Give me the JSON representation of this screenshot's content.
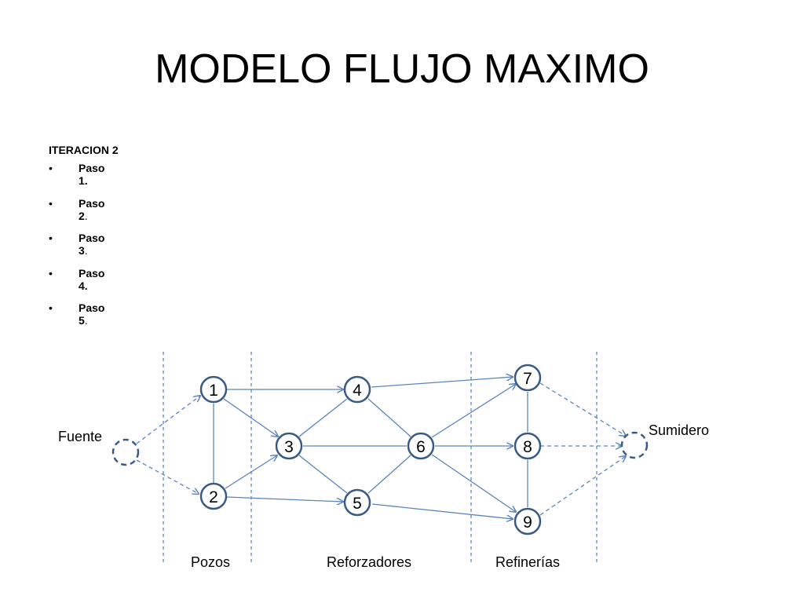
{
  "title": "MODELO FLUJO MAXIMO",
  "iteration": "ITERACION 2",
  "bullet": "•",
  "steps": [
    {
      "label": "Paso 1.",
      "punct": ""
    },
    {
      "label": "Paso 2",
      "punct": "."
    },
    {
      "label": "Paso 3",
      "punct": "."
    },
    {
      "label": "Paso 4.",
      "punct": ""
    },
    {
      "label": "Paso 5",
      "punct": "."
    }
  ],
  "diagram": {
    "source_label": "Fuente",
    "sink_label": "Sumidero",
    "zones": [
      "Pozos",
      "Reforzadores",
      "Refinerías"
    ],
    "nodes": [
      "1",
      "2",
      "3",
      "4",
      "5",
      "6",
      "7",
      "8",
      "9"
    ],
    "colors": {
      "node_stroke": "#3b5a86",
      "edge": "#5b84bd",
      "divider": "#6f98cc"
    }
  }
}
